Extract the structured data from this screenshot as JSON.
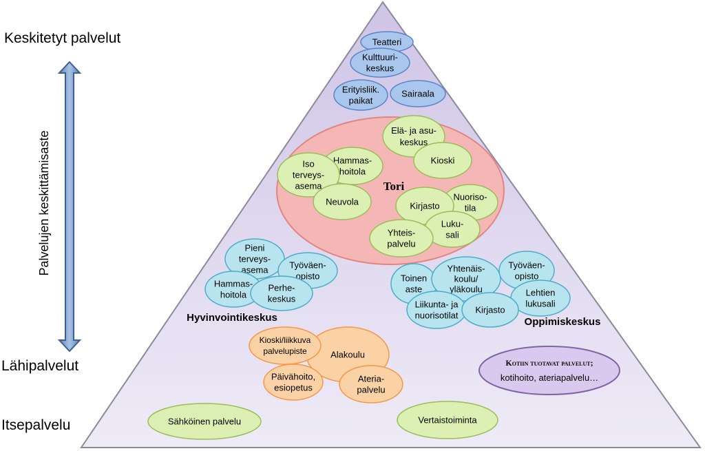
{
  "left_axis": {
    "top_label": "Keskitetyt palvelut",
    "vertical_label": "Palvelujen keskittämisaste",
    "near_label": "Lähipalvelut",
    "self_label": "Itsepalvelu"
  },
  "colors": {
    "blue_fill": "#a9c6ec",
    "blue_stroke": "#5b84c4",
    "green_fill": "#ddf0b4",
    "green_stroke": "#9bbb59",
    "cyan_fill": "#b8e4f0",
    "cyan_stroke": "#4bacc6",
    "orange_fill": "#fbd2a6",
    "orange_stroke": "#f79646",
    "purple_fill": "#d9c9ee",
    "purple_stroke": "#8064a2",
    "tori_fill": "#f6b6b4",
    "tori_stroke": "#e06666",
    "pyramid_fill": "#e6e1f2",
    "arrow_fill": "#7b9fcf",
    "arrow_stroke": "#3e5f8f"
  },
  "top": {
    "teatteri": "Teatteri",
    "kulttuurikeskus": [
      "Kulttuuri-",
      "keskus"
    ],
    "erityisliik": [
      "Erityisliik.",
      "paikat"
    ],
    "sairaala": "Sairaala"
  },
  "tori": {
    "label": "Tori",
    "ela_asu": [
      "Elä- ja asu-",
      "keskus"
    ],
    "kioski": "Kioski",
    "iso_terveys": [
      "Iso",
      "terveys-",
      "asema"
    ],
    "hammas": [
      "Hammas-",
      "hoitola"
    ],
    "neuvola": "Neuvola",
    "kirjasto": "Kirjasto",
    "nuoriso": [
      "Nuoriso-",
      "tila"
    ],
    "lukusali": [
      "Luku-",
      "sali"
    ],
    "yhteispalvelu": [
      "Yhteis-",
      "palvelu"
    ]
  },
  "hyvinvointi": {
    "label": "Hyvinvointikeskus",
    "pieni_terveys": [
      "Pieni",
      "terveys-",
      "asema"
    ],
    "tyovaen": [
      "Työväen-",
      "opisto"
    ],
    "hammas": [
      "Hammas-",
      "hoitola"
    ],
    "perhe": [
      "Perhe-",
      "keskus"
    ]
  },
  "oppimis": {
    "label": "Oppimiskeskus",
    "toinen_aste": [
      "Toinen",
      "aste"
    ],
    "yhtenais": [
      "Yhtenäis-",
      "koulu/",
      "yläkoulu"
    ],
    "tyovaen": [
      "Työväen-",
      "opisto"
    ],
    "lehtien": [
      "Lehtien",
      "lukusali"
    ],
    "liikunta": [
      "Liikunta- ja",
      "nuorisotilat"
    ],
    "kirjasto": "Kirjasto"
  },
  "lahi": {
    "kioski_liikkuva": [
      "Kioski/liikkuva",
      "palvelupiste"
    ],
    "alakoulu": "Alakoulu",
    "paivahoito": [
      "Päivähoito,",
      "esiopetus"
    ],
    "ateria": [
      "Ateria-",
      "palvelu"
    ],
    "kotiin_title": "Kotiin tuotavat palvelut;",
    "kotiin_text": "kotihoito, ateriapalvelu…"
  },
  "itse": {
    "sahkoinen": "Sähköinen palvelu",
    "vertais": "Vertaistoiminta"
  }
}
